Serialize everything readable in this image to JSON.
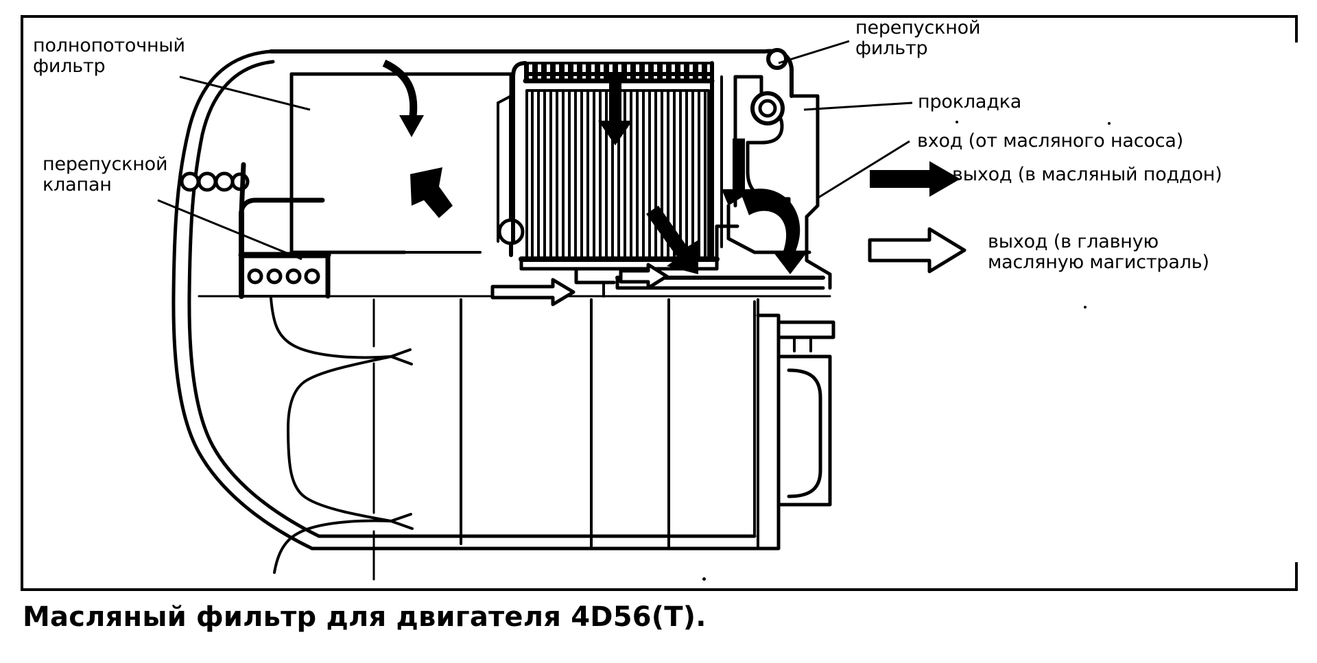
{
  "figure": {
    "caption": "Масляный фильтр для двигателя 4D56(T).",
    "subject": "Масляный фильтр для двигателя 4D56(T)",
    "drawing_type": "cutaway-section"
  },
  "callouts": {
    "full_flow_filter": "полнопоточный\nфильтр",
    "bypass_valve": "перепускной\nклапан",
    "bypass_filter": "перепускной\nфильтр",
    "gasket": "прокладка"
  },
  "legend": {
    "inlet": {
      "label": "вход (от масляного насоса)",
      "marker": "leader-line"
    },
    "outlet_to_pan": {
      "label": "выход (в масляный поддон)",
      "marker": "solid-arrow"
    },
    "outlet_to_main_gallery": {
      "label": "выход (в главную\nмасляную магистраль)",
      "marker": "hollow-arrow"
    }
  },
  "colors": {
    "ink": "#000000",
    "paper": "#ffffff"
  }
}
